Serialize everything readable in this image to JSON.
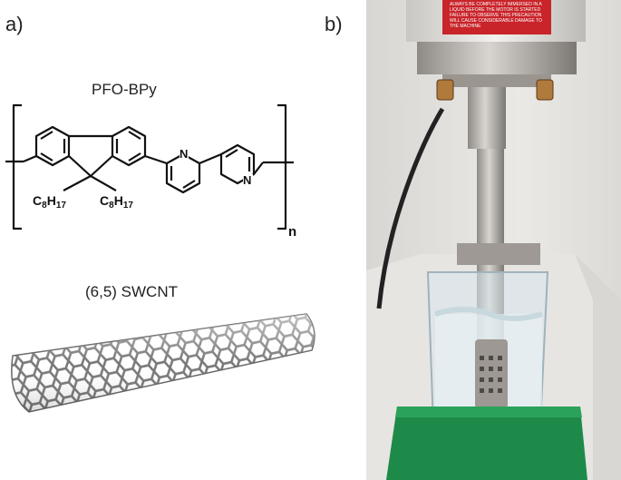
{
  "panels": {
    "a": {
      "label": "a)"
    },
    "b": {
      "label": "b)"
    }
  },
  "polymer": {
    "name": "PFO-BPy",
    "substituent_left": {
      "main": "C",
      "sub1": "8",
      "mid": "H",
      "sub2": "17"
    },
    "substituent_right": {
      "main": "C",
      "sub1": "8",
      "mid": "H",
      "sub2": "17"
    },
    "nitrogen_1": "N",
    "nitrogen_2": "N",
    "repeat_index": "n"
  },
  "nanotube": {
    "name": "(6,5) SWCNT"
  },
  "photo": {
    "warning_label_lines": [
      "ALWAYS BE COMPLETELY IMMERSED IN A",
      "LIQUID BEFORE THE MOTOR IS STARTED",
      "FAILURE TO OBSERVE THIS PRECAUTION",
      "WILL CAUSE CONSIDERABLE DAMAGE TO",
      "THE MACHINE"
    ],
    "colors": {
      "plate": "#1e8a4a",
      "warning": "#d8262c",
      "steel": "#b9b4ae"
    }
  }
}
